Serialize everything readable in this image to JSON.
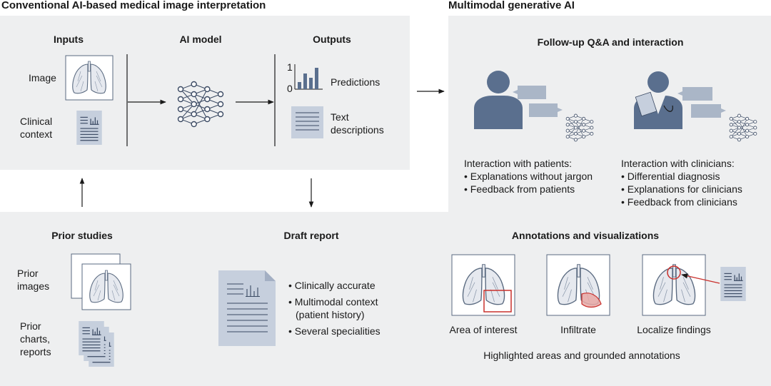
{
  "panels": {
    "conventional": {
      "title": "Conventional AI-based medical image interpretation",
      "inputs_heading": "Inputs",
      "image_label": "Image",
      "clinical_label_1": "Clinical",
      "clinical_label_2": "context",
      "model_heading": "AI model",
      "outputs_heading": "Outputs",
      "axis_top": "1",
      "axis_bottom": "0",
      "predictions_label": "Predictions",
      "text_label_1": "Text",
      "text_label_2": "descriptions"
    },
    "multimodal": {
      "title": "Multimodal generative AI",
      "followup_heading": "Follow-up Q&A and interaction",
      "patients_heading": "Interaction with patients:",
      "patients_items": [
        "• Explanations without jargon",
        "• Feedback from patients"
      ],
      "clinicians_heading": "Interaction with clinicians:",
      "clinicians_items": [
        "• Differential diagnosis",
        "• Explanations for clinicians",
        "• Feedback from clinicians"
      ]
    },
    "prior": {
      "heading": "Prior studies",
      "images_label_1": "Prior",
      "images_label_2": "images",
      "charts_label_1": "Prior",
      "charts_label_2": "charts,",
      "charts_label_3": "reports"
    },
    "draft": {
      "heading": "Draft report",
      "items": [
        "• Clinically accurate",
        "• Multimodal context",
        "(patient history)",
        "• Several specialities"
      ]
    },
    "annotations": {
      "heading": "Annotations and visualizations",
      "captions": [
        "Area of interest",
        "Infiltrate",
        "Localize findings"
      ],
      "footer": "Highlighted areas and grounded annotations"
    }
  },
  "colors": {
    "panel_bg": "#eeeff0",
    "figure_blue": "#5a6f8e",
    "doc_bg": "#c6cfdd",
    "doc_line": "#3b4a63",
    "bubble": "#aab6c7",
    "accent_red": "#c9302c"
  }
}
